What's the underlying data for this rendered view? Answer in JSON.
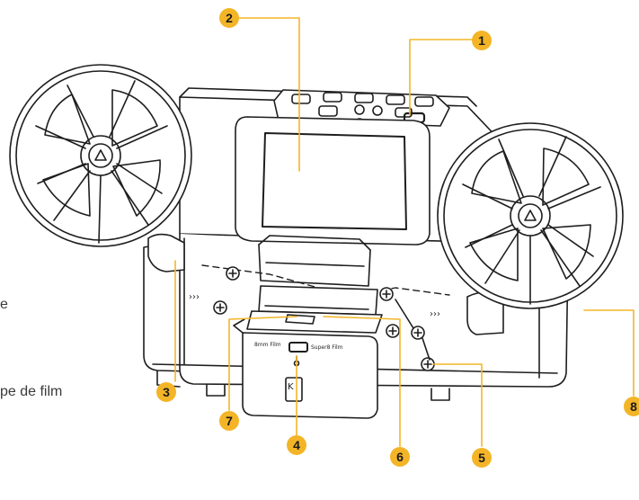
{
  "diagram": {
    "accent_color": "#f3b527",
    "callouts": [
      {
        "number": "1"
      },
      {
        "number": "2"
      },
      {
        "number": "3"
      },
      {
        "number": "4"
      },
      {
        "number": "5"
      },
      {
        "number": "6"
      },
      {
        "number": "7"
      },
      {
        "number": "8"
      }
    ],
    "side_text": [
      {
        "text": "e"
      },
      {
        "text": "pe de film"
      }
    ],
    "device_labels": {
      "left_slot": "8mm Film",
      "right_slot": "Super8 Film",
      "brand_mark": "K"
    }
  }
}
